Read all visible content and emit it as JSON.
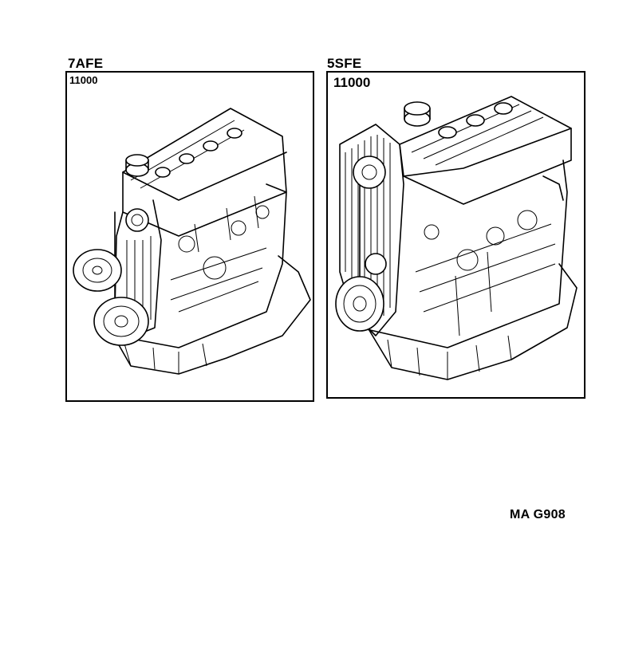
{
  "panels": [
    {
      "model": "7AFE",
      "part_number": "11000"
    },
    {
      "model": "5SFE",
      "part_number": "11000"
    }
  ],
  "footer": {
    "reference": "MA G908"
  },
  "icons": [
    "engine-7afe-icon",
    "engine-5sfe-icon"
  ]
}
